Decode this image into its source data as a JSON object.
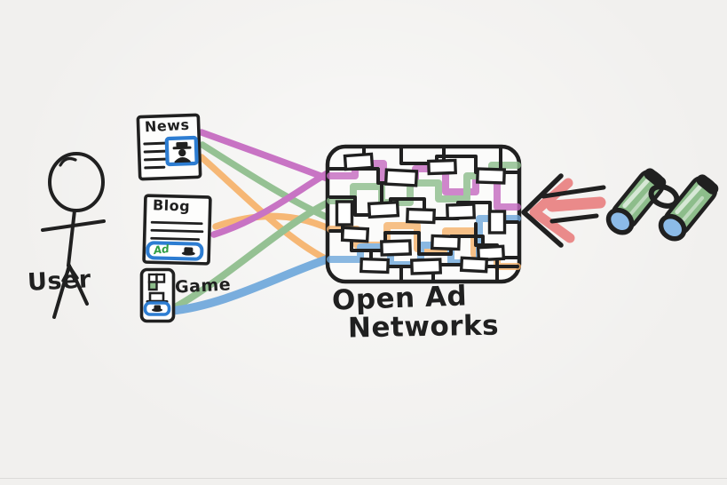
{
  "diagram": {
    "user": {
      "label": "User"
    },
    "websites": {
      "news": {
        "label": "News"
      },
      "blog": {
        "label": "Blog",
        "ad_banner_label": "Ad"
      },
      "game": {
        "label": "Game"
      }
    },
    "ad_networks": {
      "label_line1": "Open Ad",
      "label_line2": "Networks"
    },
    "observer": {
      "arrow_icon": "arrow-left-icon",
      "binoculars_icon": "binoculars-icon"
    },
    "connections": [
      {
        "from": "news",
        "to": "open-ad-networks",
        "color": "pink"
      },
      {
        "from": "news",
        "to": "open-ad-networks",
        "color": "green"
      },
      {
        "from": "news",
        "to": "open-ad-networks",
        "color": "orange"
      },
      {
        "from": "blog",
        "to": "open-ad-networks",
        "color": "pink"
      },
      {
        "from": "blog",
        "to": "open-ad-networks",
        "color": "orange"
      },
      {
        "from": "game",
        "to": "open-ad-networks",
        "color": "green"
      },
      {
        "from": "game",
        "to": "open-ad-networks",
        "color": "blue"
      }
    ],
    "colors": {
      "ink": "#202020",
      "paper": "#f1f0ee",
      "pink": "#c569c0",
      "green": "#8dbd8b",
      "orange": "#f6b26b",
      "blue": "#6fa8dc",
      "red": "#ea8a8a",
      "frame_blue": "#2d7dd2",
      "lens_blue": "#8cbbe8",
      "ad_text_green": "#2f9e44"
    }
  }
}
